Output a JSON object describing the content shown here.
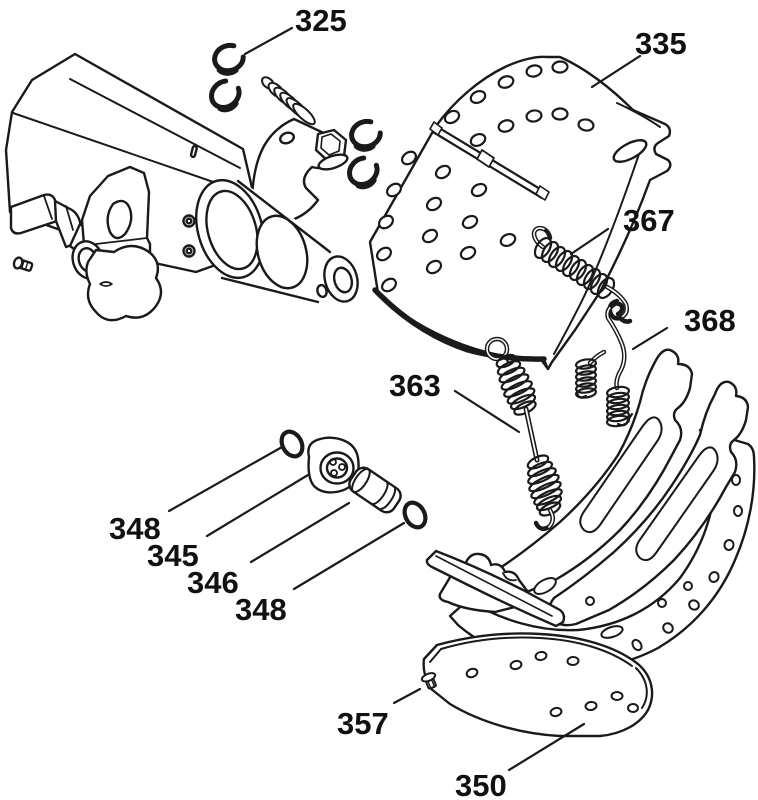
{
  "diagram": {
    "background_color": "#ffffff",
    "line_color": "#1a1a1a",
    "callouts": [
      {
        "id": "325",
        "label": "325"
      },
      {
        "id": "335",
        "label": "335"
      },
      {
        "id": "367",
        "label": "367"
      },
      {
        "id": "368",
        "label": "368"
      },
      {
        "id": "363",
        "label": "363"
      },
      {
        "id": "348-left",
        "label": "348"
      },
      {
        "id": "345",
        "label": "345"
      },
      {
        "id": "346",
        "label": "346"
      },
      {
        "id": "348-right",
        "label": "348"
      },
      {
        "id": "357",
        "label": "357"
      },
      {
        "id": "350",
        "label": "350"
      }
    ]
  }
}
